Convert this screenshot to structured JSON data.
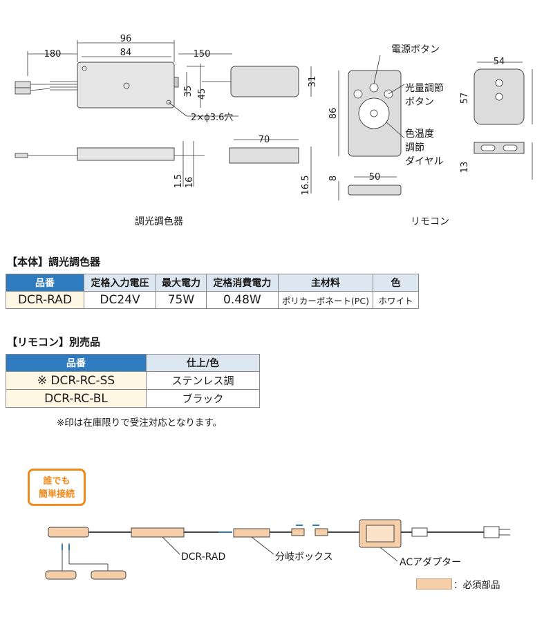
{
  "drawing": {
    "dimmer_caption": "調光調色器",
    "remote_caption": "リモコン",
    "dims_main": {
      "d96": "96",
      "d84": "84",
      "d180": "180",
      "d150": "150",
      "d35": "35",
      "d45": "45",
      "d31": "31",
      "hole": "2×ϕ3.6穴",
      "d70": "70",
      "d1_5": "1.5",
      "d16": "16",
      "d16_5": "16.5"
    },
    "dims_remote": {
      "d86": "86",
      "d8": "8",
      "d50": "50",
      "d54": "54",
      "d57": "57",
      "d13": "13"
    },
    "callouts": {
      "power_button": "電源ボタン",
      "light_button_1": "光量調節",
      "light_button_2": "ボタン",
      "color_dial_1": "色温度",
      "color_dial_2": "調節",
      "color_dial_3": "ダイヤル"
    }
  },
  "main_table": {
    "title": "【本体】調光調色器",
    "headers": [
      "品番",
      "定格入力電圧",
      "最大電力",
      "定格消費電力",
      "主材料",
      "色"
    ],
    "row": [
      "DCR-RAD",
      "DC24V",
      "75W",
      "0.48W",
      "ポリカーボネート(PC)",
      "ホワイト"
    ]
  },
  "remote_table": {
    "title": "【リモコン】別売品",
    "headers": [
      "品番",
      "仕上/色"
    ],
    "rows": [
      [
        "※ DCR-RC-SS",
        "ステンレス調"
      ],
      [
        "DCR-RC-BL",
        "ブラック"
      ]
    ],
    "note": "※印は在庫限りで受注対応となります。"
  },
  "connection": {
    "badge_line1": "誰でも",
    "badge_line2": "簡単接続",
    "label_dcr": "DCR-RAD",
    "label_branch": "分岐ボックス",
    "label_adapter": "ACアダプター",
    "legend": "：必須部品",
    "colors": {
      "required": "#f6cfa8",
      "accent": "#2e7bbf",
      "badge": "#f08a1c"
    }
  }
}
